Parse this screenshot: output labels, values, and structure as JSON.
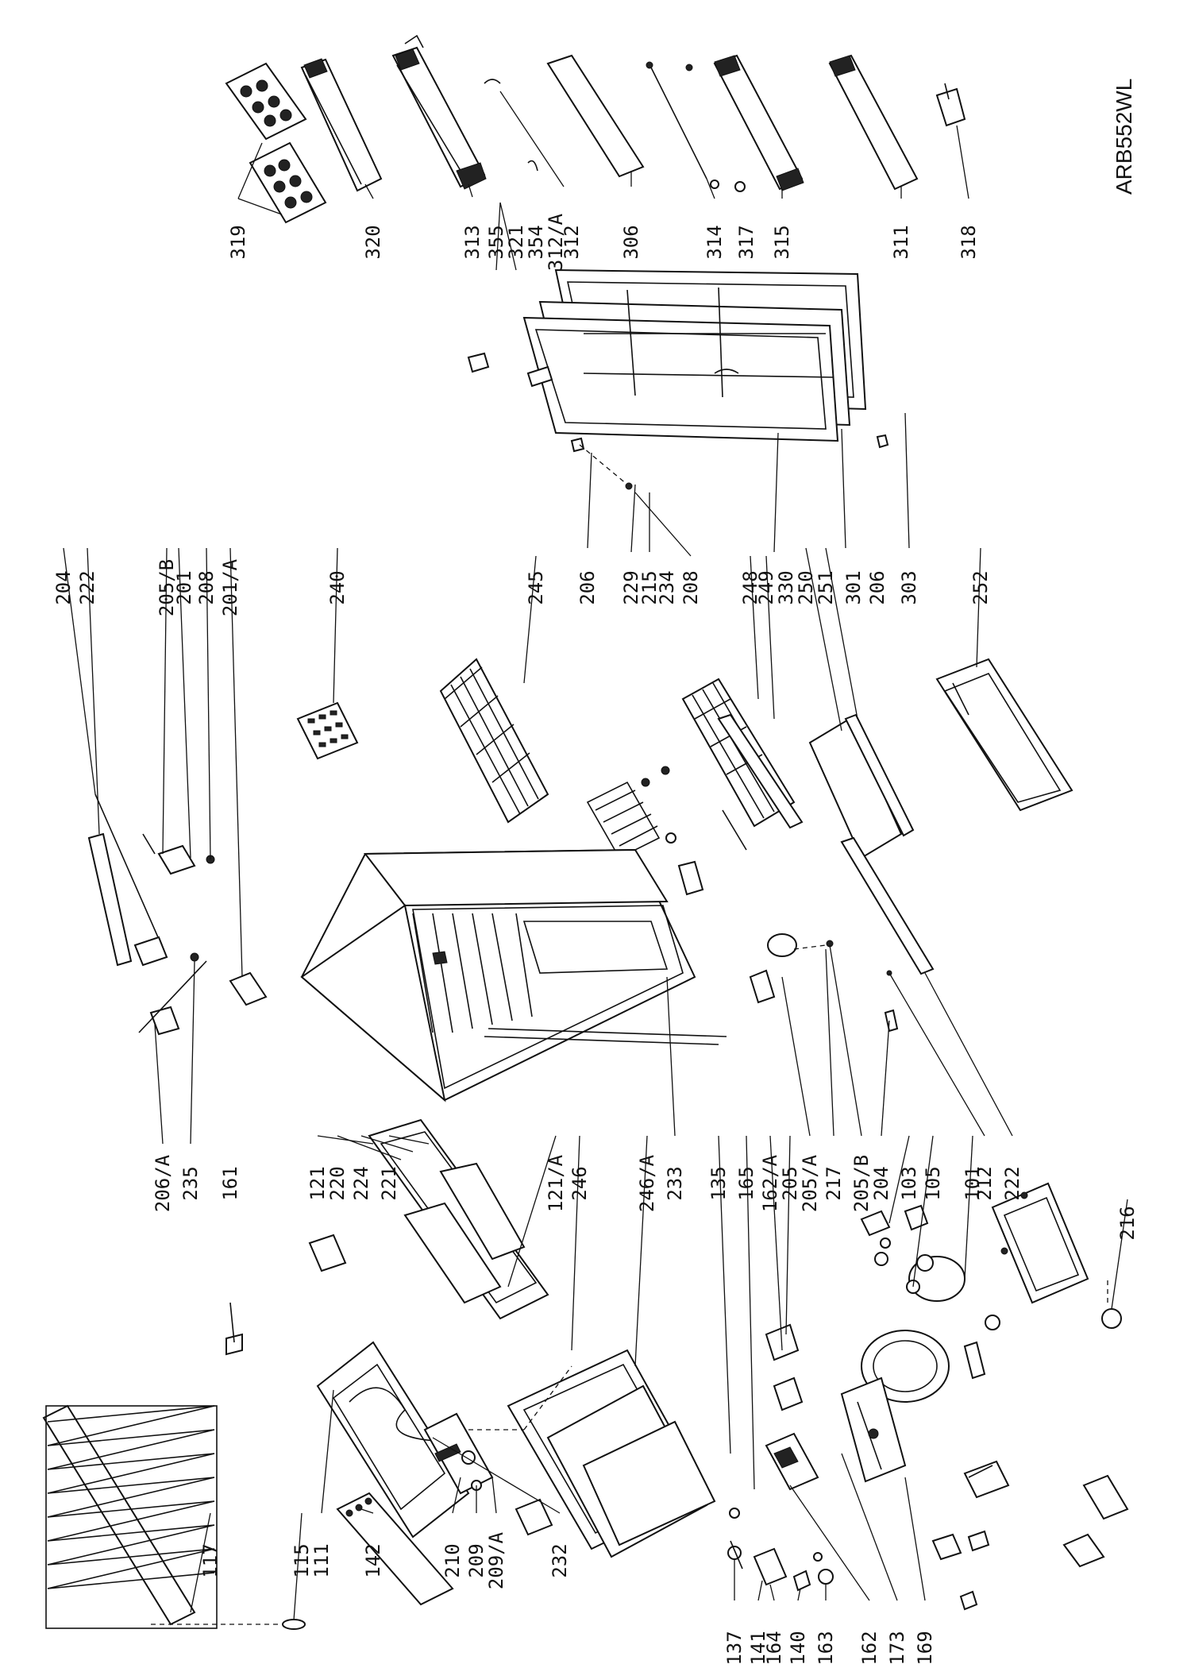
{
  "drawing": {
    "model_code": "ARB552WL",
    "labels": [
      "319",
      "320",
      "313",
      "355",
      "321",
      "354",
      "312/A",
      "312",
      "306",
      "314",
      "317",
      "315",
      "311",
      "318",
      "204",
      "222",
      "205/B",
      "201",
      "208",
      "201/A",
      "240",
      "245",
      "206",
      "229",
      "215",
      "234",
      "208",
      "248",
      "249",
      "330",
      "250",
      "251",
      "301",
      "206",
      "303",
      "252",
      "206/A",
      "235",
      "161",
      "121",
      "220",
      "224",
      "221",
      "121/A",
      "246",
      "246/A",
      "233",
      "135",
      "165",
      "162/A",
      "205",
      "205/A",
      "217",
      "205/B",
      "204",
      "103",
      "105",
      "212",
      "222",
      "101",
      "216",
      "117",
      "115",
      "111",
      "142",
      "210",
      "209",
      "209/A",
      "232",
      "137",
      "141",
      "164",
      "140",
      "163",
      "162",
      "173",
      "169"
    ]
  }
}
